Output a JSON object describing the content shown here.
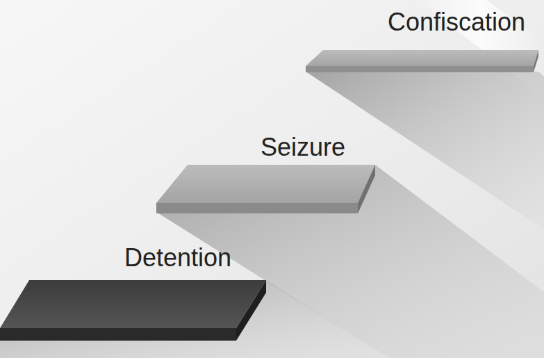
{
  "diagram": {
    "nodes": [
      {
        "text": [
          "Detention"
        ]
      },
      {
        "text": [
          "Seizure"
        ]
      },
      {
        "text": [
          "Confiscation"
        ]
      }
    ]
  }
}
